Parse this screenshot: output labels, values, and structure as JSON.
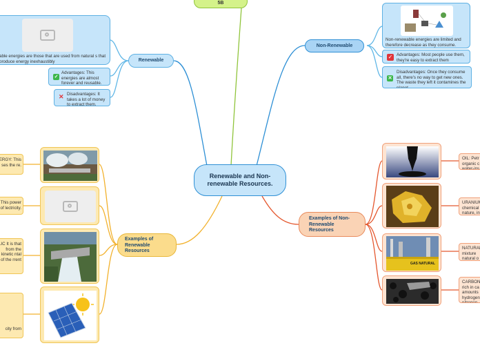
{
  "central": {
    "title": "Renewable and Non-renewable Resources."
  },
  "top_node": {
    "label": "5B"
  },
  "renewable": {
    "label": "Renewable",
    "definition": "able energies are those that are used from natural s that produce energy inexhaustibly",
    "advantages": "Advantages:  This energies are almost forever and reusable.",
    "disadvantages": "Disadvantages: It takes a lot of money to extract them."
  },
  "non_renewable": {
    "label": "Non-Renewable",
    "definition": "Non-renewable energies are limited and therefore decrease as they consume.",
    "advantages": "Advantages: Most people use them, they're easy to extract them",
    "disadvantages": "Disadvantages: Once they consume all, there's no way to get new ones. The waste they left it contamines the planet."
  },
  "examples_renewable": {
    "label": "Examples of Renewable Resources",
    "items": [
      {
        "text": "ERGY: This ses the re."
      },
      {
        "text": "': This power of lectricity."
      },
      {
        "text": "LIC It is that from the kinetic ntal of the rrent"
      },
      {
        "text": "city from"
      }
    ]
  },
  "examples_non_renewable": {
    "label": "Examples of Non-Renewable Resources",
    "items": [
      {
        "text": "OIL: Petr organic c water-ins"
      },
      {
        "text": "URANIUM chemical nature, in"
      },
      {
        "text": "NATURAL a mixture natural o"
      },
      {
        "text": "CARBON: rich in ca amounts hydrogen nitrogen."
      }
    ],
    "gas_label": "GAS NATURAL"
  },
  "colors": {
    "blue_branch": "#2d8fd5",
    "light_blue_branch": "#5fb6e6",
    "orange_branch": "#e4572e",
    "yellow_branch": "#f2b12c",
    "green_branch": "#8fc43a"
  }
}
